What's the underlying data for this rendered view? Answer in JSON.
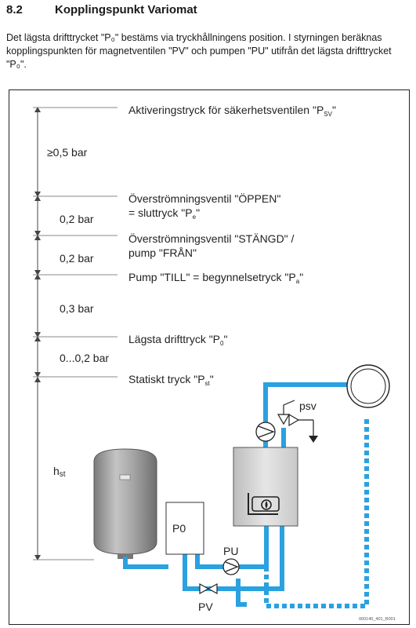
{
  "header": {
    "section_number": "8.2",
    "section_title": "Kopplingspunkt Variomat",
    "intro": "Det lägsta drifttrycket \"P₀\" bestäms via tryckhållningens position. I styrningen beräknas kopplingspunkten för magnetventilen \"PV\" och pumpen \"PU\" utifrån det lägsta drifttrycket \"P₀\"."
  },
  "levels": [
    {
      "text": "Aktiveringstryck för säkerhetsventilen \"P",
      "sub": "SV",
      "tail": "\""
    },
    {
      "text": "Överströmningsventil \"ÖPPEN\"",
      "line2": "= sluttryck \"P",
      "sub": "e",
      "tail": "\""
    },
    {
      "text": "Överströmningsventil \"STÄNGD\" /",
      "line2": "pump \"FRÅN\""
    },
    {
      "text": "Pump \"TILL\" = begynnelsetryck \"P",
      "sub": "a",
      "tail": "\""
    },
    {
      "text": "Lägsta drifttryck \"P",
      "sub": "0",
      "tail": "\""
    },
    {
      "text": "Statiskt tryck \"P",
      "sub": "st",
      "tail": "\""
    }
  ],
  "intervals": [
    "≥0,5 bar",
    "0,2 bar",
    "0,2 bar",
    "0,3 bar",
    "0...0,2 bar"
  ],
  "height_label": {
    "main": "h",
    "sub": "st"
  },
  "components": {
    "p0": "P0",
    "pu": "PU",
    "pv": "PV",
    "psv": "psv"
  },
  "figure_code": "000140_401_R001",
  "colors": {
    "pipe": "#2aa1e0",
    "vessel": "#9a9a9a",
    "unit": "#d9d9d9"
  }
}
